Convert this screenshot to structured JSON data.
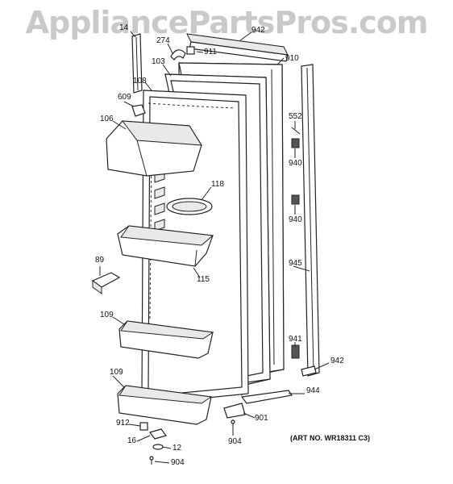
{
  "watermark": "AppliancePartsPros.com",
  "art_number": "(ART NO. WR18311 C3)",
  "callouts": [
    {
      "id": "c-14",
      "label": "14"
    },
    {
      "id": "c-274",
      "label": "274"
    },
    {
      "id": "c-911",
      "label": "911"
    },
    {
      "id": "c-942-top",
      "label": "942"
    },
    {
      "id": "c-910",
      "label": "910"
    },
    {
      "id": "c-103",
      "label": "103"
    },
    {
      "id": "c-108",
      "label": "108"
    },
    {
      "id": "c-609",
      "label": "609"
    },
    {
      "id": "c-106",
      "label": "106"
    },
    {
      "id": "c-552",
      "label": "552"
    },
    {
      "id": "c-940a",
      "label": "940"
    },
    {
      "id": "c-118",
      "label": "118"
    },
    {
      "id": "c-940b",
      "label": "940"
    },
    {
      "id": "c-89",
      "label": "89"
    },
    {
      "id": "c-945",
      "label": "945"
    },
    {
      "id": "c-115",
      "label": "115"
    },
    {
      "id": "c-109a",
      "label": "109"
    },
    {
      "id": "c-941",
      "label": "941"
    },
    {
      "id": "c-942",
      "label": "942"
    },
    {
      "id": "c-109b",
      "label": "109"
    },
    {
      "id": "c-944",
      "label": "944"
    },
    {
      "id": "c-901",
      "label": "901"
    },
    {
      "id": "c-912",
      "label": "912"
    },
    {
      "id": "c-904a",
      "label": "904"
    },
    {
      "id": "c-16",
      "label": "16"
    },
    {
      "id": "c-12",
      "label": "12"
    },
    {
      "id": "c-904b",
      "label": "904"
    }
  ]
}
